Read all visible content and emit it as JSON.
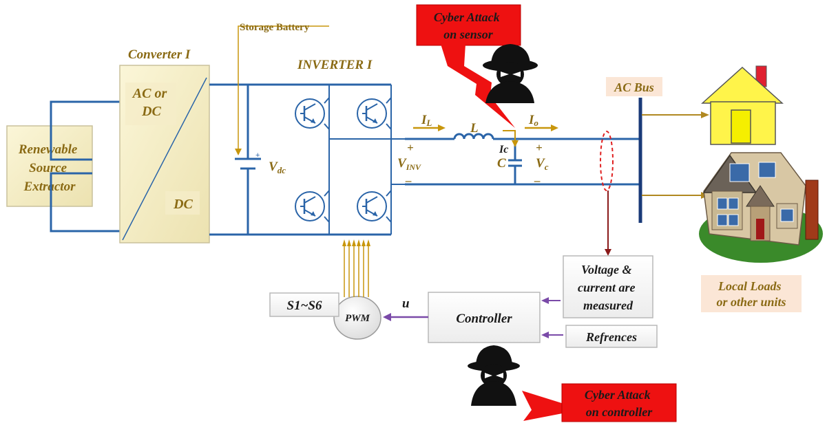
{
  "labels": {
    "converter_title": "Converter I",
    "converter_input": "AC or DC",
    "converter_output": "DC",
    "storage_battery": "Storage Battery",
    "vdc": "V",
    "vdc_sub": "dc",
    "inverter_title": "INVERTER I",
    "renewable_source": [
      "Renewable",
      "Source",
      "Extractor"
    ],
    "il": "I",
    "il_sub": "L",
    "l": "L",
    "io": "I",
    "io_sub": "o",
    "ic": "Ic",
    "c": "C",
    "vinv": "V",
    "vinv_sub": "INV",
    "vc": "V",
    "vc_sub": "c",
    "plus": "+",
    "minus": "–",
    "ac_bus": "AC Bus",
    "local_loads": [
      "Local Loads",
      "or other units"
    ],
    "measurement": [
      "Voltage &",
      "current  are",
      "measured"
    ],
    "references": "Refrences",
    "controller": "Controller",
    "u": "u",
    "pwm": "PWM",
    "switches": "S1~S6",
    "attack_sensor": [
      "Cyber Attack",
      "on sensor"
    ],
    "attack_controller": [
      "Cyber Attack",
      "on controller"
    ]
  },
  "colors": {
    "wire": "#2a64a8",
    "label_text": "#8a6a14",
    "gold_arrow": "#c8960c",
    "attack_red": "#ee1111",
    "control_signal": "#7a4aa8",
    "converter_fill": "#f7f0c8",
    "label_fill": "#fbe6d6"
  },
  "icons": [
    "igbt-switch-icon",
    "battery-icon",
    "inductor-icon",
    "capacitor-icon",
    "hacker-icon",
    "lightning-bolt-icon",
    "house-icon",
    "building-icon"
  ]
}
